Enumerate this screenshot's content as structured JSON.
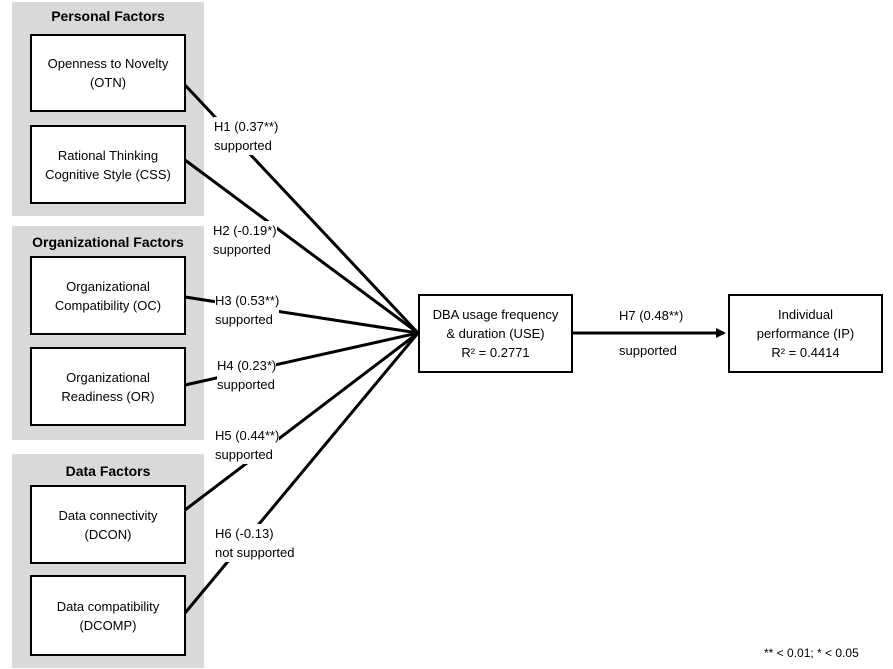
{
  "groups": {
    "personal": {
      "title": "Personal Factors"
    },
    "organizational": {
      "title": "Organizational Factors"
    },
    "data": {
      "title": "Data Factors"
    }
  },
  "factors": {
    "otn": {
      "line1": "Openness to Novelty",
      "line2": "(OTN)"
    },
    "css": {
      "line1": "Rational Thinking",
      "line2": "Cognitive Style (CSS)"
    },
    "oc": {
      "line1": "Organizational",
      "line2": "Compatibility (OC)"
    },
    "or": {
      "line1": "Organizational",
      "line2": "Readiness (OR)"
    },
    "dcon": {
      "line1": "Data connectivity",
      "line2": "(DCON)"
    },
    "dcomp": {
      "line1": "Data compatibility",
      "line2": "(DCOMP)"
    }
  },
  "use_box": {
    "line1": "DBA usage frequency",
    "line2": "& duration (USE)",
    "line3": "R² = 0.2771"
  },
  "ip_box": {
    "line1": "Individual",
    "line2": "performance (IP)",
    "line3": "R² = 0.4414"
  },
  "hypotheses": {
    "h1": {
      "label": "H1 (0.37**)",
      "status": "supported"
    },
    "h2": {
      "label": "H2 (-0.19*)",
      "status": "supported"
    },
    "h3": {
      "label": "H3 (0.53**)",
      "status": "supported"
    },
    "h4": {
      "label": "H4 (0.23*)",
      "status": "supported"
    },
    "h5": {
      "label": "H5 (0.44**)",
      "status": "supported"
    },
    "h6": {
      "label": "H6 (-0.13)",
      "status": "not supported"
    },
    "h7": {
      "label": "H7 (0.48**)",
      "status": "supported"
    }
  },
  "footnote": "** < 0.01; * < 0.05"
}
